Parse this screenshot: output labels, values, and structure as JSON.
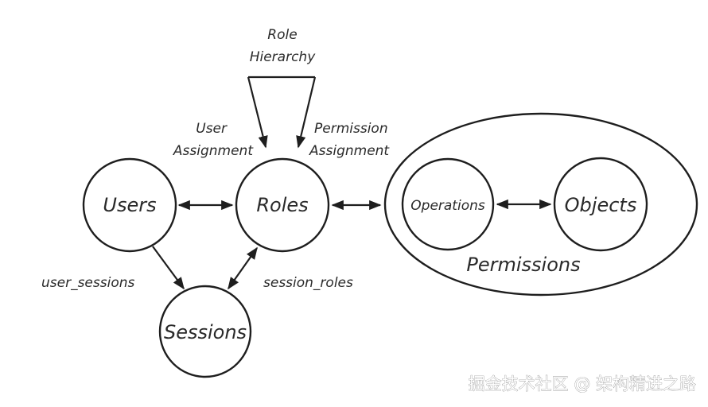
{
  "diagram": {
    "title": "RBAC model",
    "nodes": {
      "users": "Users",
      "roles": "Roles",
      "sessions": "Sessions",
      "operations": "Operations",
      "objects": "Objects",
      "permissions": "Permissions"
    },
    "edges": {
      "role_hierarchy_line1": "Role",
      "role_hierarchy_line2": "Hierarchy",
      "user_assignment_line1": "User",
      "user_assignment_line2": "Assignment",
      "permission_assignment_line1": "Permission",
      "permission_assignment_line2": "Assignment",
      "user_sessions": "user_sessions",
      "session_roles": "session_roles"
    },
    "relations": [
      {
        "from": "Users",
        "to": "Roles",
        "type": "bidirectional",
        "label": "User Assignment"
      },
      {
        "from": "Roles",
        "to": "Permissions",
        "type": "bidirectional",
        "label": "Permission Assignment"
      },
      {
        "from": "Roles",
        "to": "Roles",
        "type": "self",
        "label": "Role Hierarchy"
      },
      {
        "from": "Operations",
        "to": "Objects",
        "type": "bidirectional"
      },
      {
        "from": "Users",
        "to": "Sessions",
        "type": "directed",
        "label": "user_sessions"
      },
      {
        "from": "Sessions",
        "to": "Roles",
        "type": "bidirectional",
        "label": "session_roles"
      }
    ]
  },
  "watermark": "掘金技术社区 @ 架构精进之路"
}
